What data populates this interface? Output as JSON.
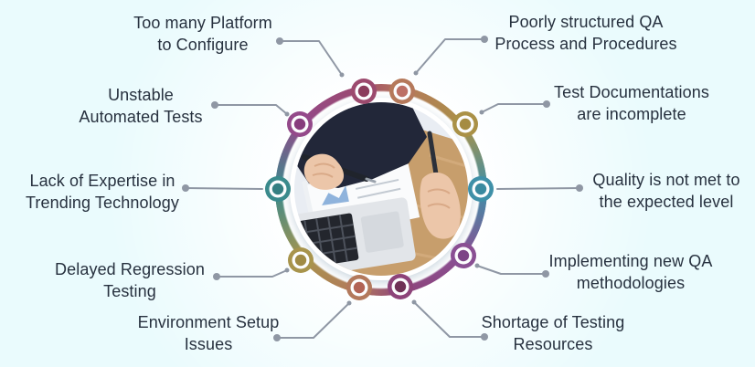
{
  "background": {
    "page": "#eafbfd",
    "center_glow": "#ffffff"
  },
  "styles": {
    "connector_color": "#8f97a4",
    "text_color": "#27313f",
    "node_ring_white": "#fcfdfe"
  },
  "diagram": {
    "center_image": {
      "type": "photo",
      "alt": "Hands of two people at a wooden desk with a laptop, documents and pens"
    },
    "items": [
      {
        "id": "too-many-platform",
        "label": "Too many Platform\nto Configure",
        "color": "#9c4a6e",
        "inner": "#8a3c5c"
      },
      {
        "id": "poorly-structured-qa",
        "label": "Poorly structured QA\nProcess and Procedures",
        "color": "#b5795b",
        "inner": "#bc7066"
      },
      {
        "id": "test-documentations",
        "label": "Test Documentations\nare incomplete",
        "color": "#aa9147",
        "inner": "#a58c42"
      },
      {
        "id": "quality-not-met",
        "label": "Quality is not met to\nthe expected level",
        "color": "#3f90a8",
        "inner": "#3a8aa0"
      },
      {
        "id": "implementing-new-qa",
        "label": "Implementing new QA\nmethodologies",
        "color": "#8a4f93",
        "inner": "#7d4486"
      },
      {
        "id": "shortage-of-testing",
        "label": "Shortage of Testing\nResources",
        "color": "#8d4379",
        "inner": "#6f3156"
      },
      {
        "id": "environment-setup",
        "label": "Environment Setup\nIssues",
        "color": "#b3795c",
        "inner": "#b26355"
      },
      {
        "id": "delayed-regression",
        "label": "Delayed Regression\nTesting",
        "color": "#a8944c",
        "inner": "#a08b45"
      },
      {
        "id": "lack-of-expertise",
        "label": "Lack of Expertise in\nTrending Technology",
        "color": "#3a8a8c",
        "inner": "#357f82"
      },
      {
        "id": "unstable-automated",
        "label": "Unstable\nAutomated Tests",
        "color": "#94498a",
        "inner": "#873d7d"
      }
    ]
  }
}
